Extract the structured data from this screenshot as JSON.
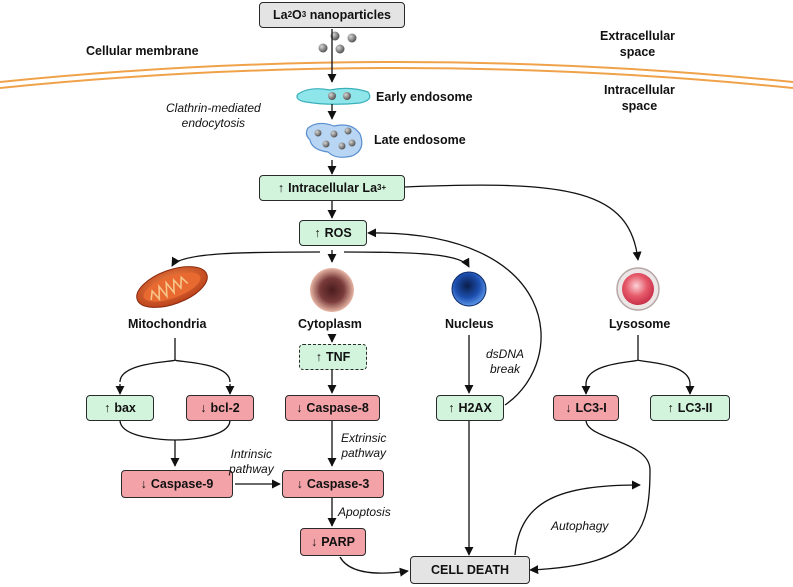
{
  "top": {
    "source_prefix": "La",
    "source_sub1": "2",
    "source_mid": "O",
    "source_sub2": "3",
    "source_suffix": " nanoparticles",
    "membrane": "Cellular membrane",
    "extracellular_line1": "Extracellular",
    "extracellular_line2": "space",
    "intracellular_line1": "Intracellular",
    "intracellular_line2": "space",
    "early_endosome": "Early endosome",
    "late_endosome": "Late endosome",
    "endocytosis_line1": "Clathrin-mediated",
    "endocytosis_line2": "endocytosis"
  },
  "arrows": {
    "up": "↑",
    "down": "↓"
  },
  "nodes": {
    "la_text": "Intracellular La",
    "la_sup": "3+",
    "ros": "ROS",
    "tnf": "TNF",
    "bax": "bax",
    "bcl2": "bcl-2",
    "caspase8": "Caspase-8",
    "h2ax": "H2AX",
    "lc3i": "LC3-I",
    "lc3ii": "LC3-II",
    "caspase9": "Caspase-9",
    "caspase3": "Caspase-3",
    "parp": "PARP",
    "cell_death": "CELL DEATH"
  },
  "organelles": {
    "mitochondria": "Mitochondria",
    "cytoplasm": "Cytoplasm",
    "nucleus": "Nucleus",
    "lysosome": "Lysosome"
  },
  "annotations": {
    "dsdna_line1": "dsDNA",
    "dsdna_line2": "break",
    "extrinsic_line1": "Extrinsic",
    "extrinsic_line2": "pathway",
    "intrinsic_line1": "Intrinsic",
    "intrinsic_line2": "pathway",
    "apoptosis": "Apoptosis",
    "autophagy": "Autophagy"
  },
  "colors": {
    "upregulated": "#d2f4dc",
    "downregulated": "#f3a3a8",
    "outcome": "#e4e4e4",
    "membrane": "#f0a24a"
  },
  "icons": {
    "nanoparticles": "gray-spheres-icon",
    "early_endosome": "early-endosome-icon",
    "late_endosome": "late-endosome-icon",
    "mitochondria": "mitochondrion-icon",
    "cytoplasm": "cytoplasm-cell-icon",
    "nucleus": "nucleus-icon",
    "lysosome": "lysosome-icon"
  }
}
